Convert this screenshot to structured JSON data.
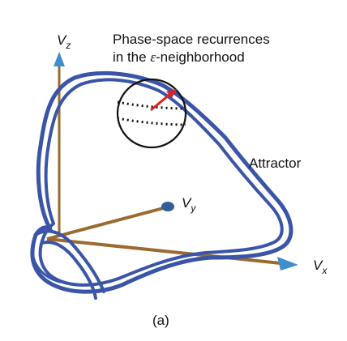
{
  "title": {
    "line1": "Phase-space recurrences",
    "line2_before": "in the ",
    "line2_symbol": "ε",
    "line2_after": "-neighborhood"
  },
  "axes": {
    "vz": {
      "main": "V",
      "sub": "z"
    },
    "vy": {
      "main": "V",
      "sub": "y"
    },
    "vx": {
      "main": "V",
      "sub": "x"
    }
  },
  "attractor_label": "Attractor",
  "panel_label": "(a)",
  "colors": {
    "trajectory": "#3a55a8",
    "axis_shaft": "#9a6a2e",
    "arrow_head": "#3f8fd0",
    "recurrence_arrow": "#e02020",
    "circle": "#111111"
  }
}
